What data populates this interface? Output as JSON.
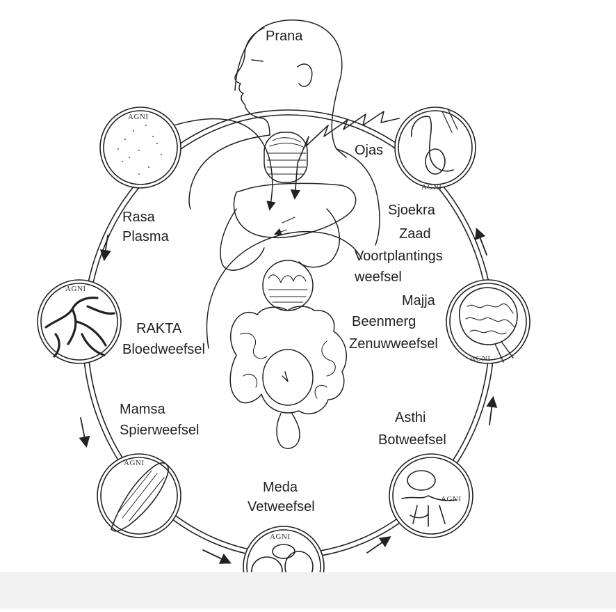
{
  "labels": {
    "prana": "Prana",
    "ojas": "Ojas",
    "rasa": "Rasa",
    "plasma": "Plasma",
    "rakta": "RAKTA",
    "bloedweefsel": "Bloedweefsel",
    "mamsa": "Mamsa",
    "spierweefsel": "Spierweefsel",
    "meda": "Meda",
    "vetweefsel": "Vetweefsel",
    "asthi": "Asthi",
    "botweefsel": "Botweefsel",
    "majja": "Majja",
    "beenmerg": "Beenmerg",
    "zenuwweefsel": "Zenuwweefsel",
    "sjoekra": "Sjoekra",
    "zaad": "Zaad",
    "voortplantings": "Voortplantings",
    "weefsel": "weefsel"
  },
  "agni_label": "AGNI",
  "colors": {
    "ink": "#222222",
    "paper": "#ffffff",
    "band": "#f1f1f1"
  }
}
